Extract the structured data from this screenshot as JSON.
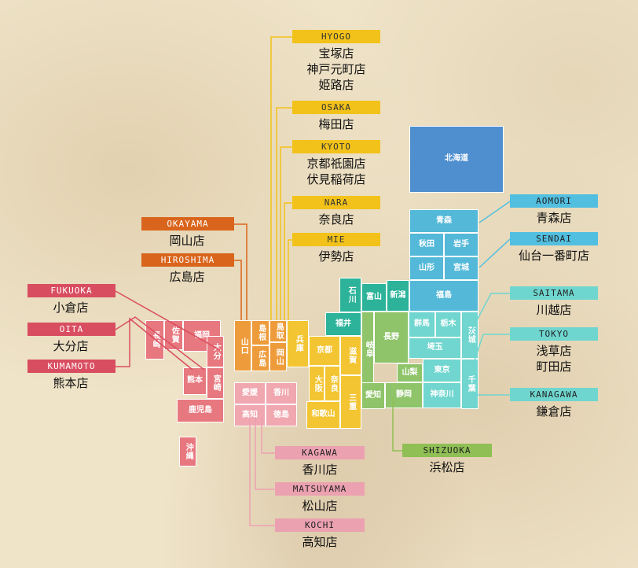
{
  "colors": {
    "hokkaido": "#4f8fcf",
    "tohoku": "#54b9d8",
    "kanto": "#70d6cf",
    "chubu_blue": "#2cb39a",
    "chubu_green": "#8fc46a",
    "kinki": "#f3c533",
    "chugoku": "#ee9c3b",
    "shikoku": "#f0a7b0",
    "kyushu": "#e8787f",
    "okinawa": "#e8787f",
    "hyogo_label": "#f2c21a",
    "okayama_label": "#d9651c",
    "kyushu_label": "#d94d60",
    "aomori_label": "#52bfe0",
    "kanto_label": "#6fd6cf",
    "shizuoka_label": "#8fbf55",
    "shikoku_label": "#eba1b0"
  },
  "prefectures": {
    "hokkaido": "北海道",
    "aomori": "青森",
    "akita": "秋田",
    "iwate": "岩手",
    "yamagata": "山形",
    "miyagi": "宮城",
    "fukushima": "福島",
    "niigata": "新潟",
    "toyama": "富山",
    "ishikawa": "石川",
    "fukui": "福井",
    "nagano": "長野",
    "gifu": "岐阜",
    "gunma": "群馬",
    "tochigi": "栃木",
    "ibaraki": "茨城",
    "saitama": "埼玉",
    "tokyo": "東京",
    "chiba": "千葉",
    "kanagawa": "神奈川",
    "yamanashi": "山梨",
    "shizuoka": "静岡",
    "aichi": "愛知",
    "shiga": "滋賀",
    "kyoto": "京都",
    "mie": "三重",
    "osaka": "大阪",
    "nara": "奈良",
    "wakayama": "和歌山",
    "hyogo": "兵庫",
    "tottori": "鳥取",
    "shimane": "島根",
    "okayama": "岡山",
    "hiroshima": "広島",
    "yamaguchi": "山口",
    "ehime": "愛媛",
    "kagawa": "香川",
    "kochi": "高知",
    "tokushima": "徳島",
    "nagasaki": "長崎",
    "saga": "佐賀",
    "fukuoka": "福岡",
    "oita": "大分",
    "kumamoto": "熊本",
    "miyazaki": "宮崎",
    "kagoshima": "鹿児島",
    "okinawa": "沖縄"
  },
  "groups": [
    {
      "key": "hyogo",
      "label": "HYOGO",
      "color_key": "hyogo_label",
      "stores": [
        "宝塚店",
        "神戸元町店",
        "姫路店"
      ]
    },
    {
      "key": "osaka",
      "label": "OSAKA",
      "color_key": "hyogo_label",
      "stores": [
        "梅田店"
      ]
    },
    {
      "key": "kyoto",
      "label": "KYOTO",
      "color_key": "hyogo_label",
      "stores": [
        "京都祇園店",
        "伏見稲荷店"
      ]
    },
    {
      "key": "nara",
      "label": "NARA",
      "color_key": "hyogo_label",
      "stores": [
        "奈良店"
      ]
    },
    {
      "key": "mie",
      "label": "MIE",
      "color_key": "hyogo_label",
      "stores": [
        "伊勢店"
      ]
    },
    {
      "key": "okayama",
      "label": "OKAYAMA",
      "color_key": "okayama_label",
      "stores": [
        "岡山店"
      ]
    },
    {
      "key": "hiroshima",
      "label": "HIROSHIMA",
      "color_key": "okayama_label",
      "stores": [
        "広島店"
      ]
    },
    {
      "key": "fukuoka",
      "label": "FUKUOKA",
      "color_key": "kyushu_label",
      "stores": [
        "小倉店"
      ]
    },
    {
      "key": "oita",
      "label": "OITA",
      "color_key": "kyushu_label",
      "stores": [
        "大分店"
      ]
    },
    {
      "key": "kumamoto",
      "label": "KUMAMOTO",
      "color_key": "kyushu_label",
      "stores": [
        "熊本店"
      ]
    },
    {
      "key": "aomori",
      "label": "AOMORI",
      "color_key": "aomori_label",
      "stores": [
        "青森店"
      ]
    },
    {
      "key": "sendai",
      "label": "SENDAI",
      "color_key": "aomori_label",
      "stores": [
        "仙台一番町店"
      ]
    },
    {
      "key": "saitama",
      "label": "SAITAMA",
      "color_key": "kanto_label",
      "stores": [
        "川越店"
      ]
    },
    {
      "key": "tokyo",
      "label": "TOKYO",
      "color_key": "kanto_label",
      "stores": [
        "浅草店",
        "町田店"
      ]
    },
    {
      "key": "kanagawa",
      "label": "KANAGAWA",
      "color_key": "kanto_label",
      "stores": [
        "鎌倉店"
      ]
    },
    {
      "key": "shizuoka",
      "label": "SHIZUOKA",
      "color_key": "shizuoka_label",
      "stores": [
        "浜松店"
      ]
    },
    {
      "key": "kagawa",
      "label": "KAGAWA",
      "color_key": "shikoku_label",
      "stores": [
        "香川店"
      ]
    },
    {
      "key": "matsuyama",
      "label": "MATSUYAMA",
      "color_key": "shikoku_label",
      "stores": [
        "松山店"
      ]
    },
    {
      "key": "kochi",
      "label": "KOCHI",
      "color_key": "shikoku_label",
      "stores": [
        "高知店"
      ]
    }
  ]
}
